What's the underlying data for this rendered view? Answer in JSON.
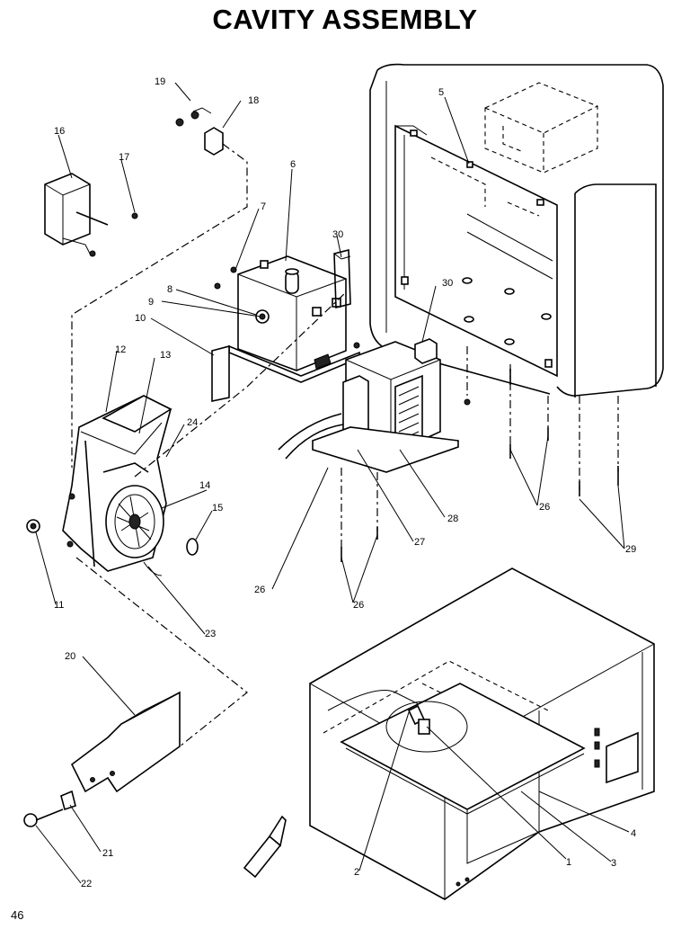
{
  "title": "CAVITY ASSEMBLY",
  "page_number": "46",
  "callouts": {
    "c1": "1",
    "c2": "2",
    "c3": "3",
    "c4": "4",
    "c5": "5",
    "c6": "6",
    "c7": "7",
    "c8": "8",
    "c9": "9",
    "c10": "10",
    "c11": "11",
    "c12": "12",
    "c13": "13",
    "c14": "14",
    "c15": "15",
    "c16": "16",
    "c17": "17",
    "c18": "18",
    "c19": "19",
    "c20": "20",
    "c21": "21",
    "c22": "22",
    "c23": "23",
    "c24": "24",
    "c26a": "26",
    "c26b": "26",
    "c26c": "26",
    "c27": "27",
    "c28": "28",
    "c29": "29",
    "c30a": "30",
    "c30b": "30"
  }
}
